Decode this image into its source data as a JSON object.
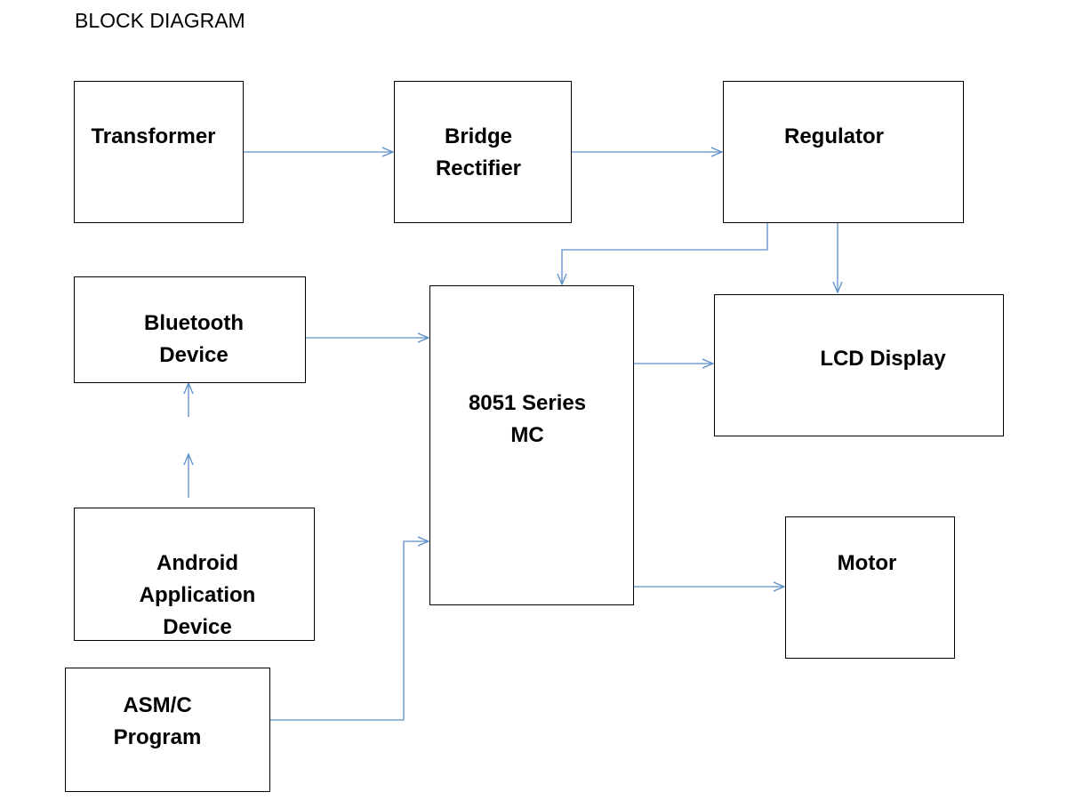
{
  "diagram": {
    "title": "BLOCK DIAGRAM",
    "blocks": {
      "transformer": {
        "lines": [
          "Transformer"
        ]
      },
      "bridge_rectifier": {
        "lines": [
          "Bridge",
          "Rectifier"
        ]
      },
      "regulator": {
        "lines": [
          "Regulator"
        ]
      },
      "bluetooth_device": {
        "lines": [
          "Bluetooth",
          "Device"
        ]
      },
      "mc": {
        "lines": [
          "8051 Series",
          "MC"
        ]
      },
      "lcd_display": {
        "lines": [
          "LCD Display"
        ]
      },
      "android_device": {
        "lines": [
          "Android",
          "Application",
          "Device"
        ]
      },
      "motor": {
        "lines": [
          "Motor"
        ]
      },
      "asm_program": {
        "lines": [
          "ASM/C",
          "Program"
        ]
      }
    },
    "connections": [
      {
        "from": "transformer",
        "to": "bridge_rectifier"
      },
      {
        "from": "bridge_rectifier",
        "to": "regulator"
      },
      {
        "from": "regulator",
        "to": "mc"
      },
      {
        "from": "regulator",
        "to": "lcd_display"
      },
      {
        "from": "bluetooth_device",
        "to": "mc"
      },
      {
        "from": "mc",
        "to": "lcd_display"
      },
      {
        "from": "android_device",
        "to": "bluetooth_device"
      },
      {
        "from": "asm_program",
        "to": "mc"
      },
      {
        "from": "mc",
        "to": "motor"
      }
    ],
    "line_color": "#5b8ec9"
  }
}
